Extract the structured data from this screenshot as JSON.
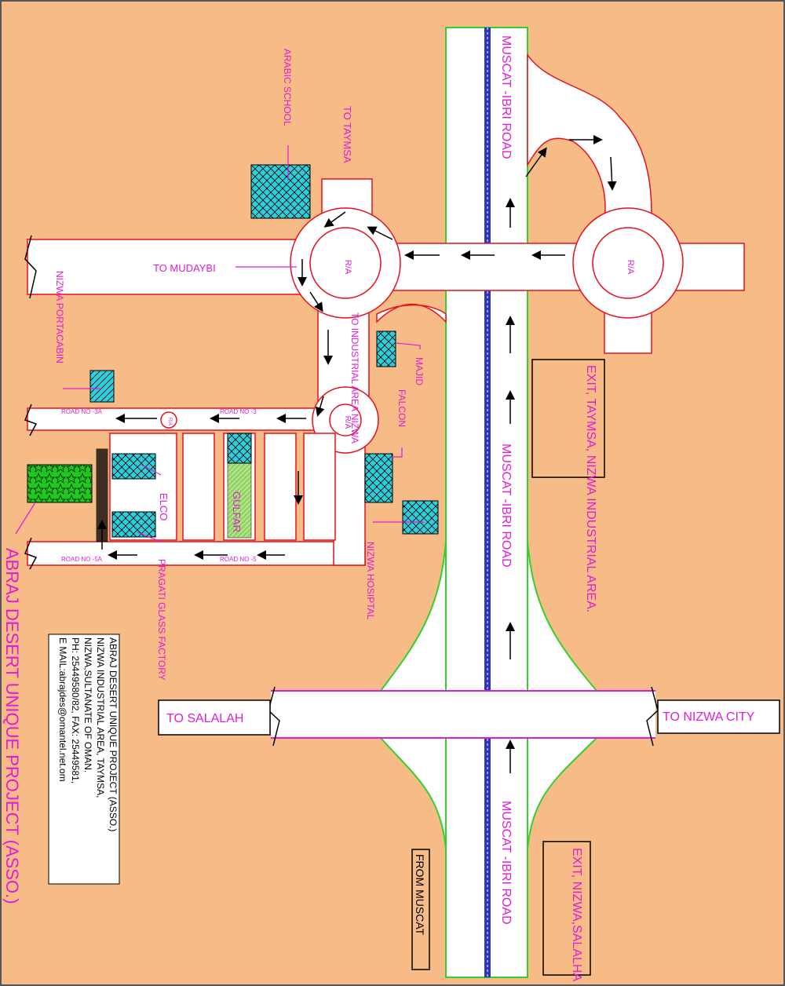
{
  "colors": {
    "background": "#f6bb86",
    "road": "#ffffff",
    "road_edge": "#e8101c",
    "highway_edge": "#34d12a",
    "median": "#2c34c0",
    "label": "#e21bd6",
    "building_fill": "#2ccfdc",
    "factory_fill": "#1ec91e",
    "boxed_text": "#000000"
  },
  "highway": {
    "label_top": "MUSCAT -IBRI ROAD",
    "label_middle": "MUSCAT -IBRI ROAD",
    "label_bottom": "MUSCAT -IBRI ROAD",
    "from": "FROM MUSCAT"
  },
  "exits": {
    "north": "EXIT, TAYMSA, NIZWA INDUSTRIAL AREA.",
    "south": "EXIT, NIZWA,SALALHA"
  },
  "roundabouts": {
    "east": "R/A",
    "main": "R/A",
    "small": "R/A",
    "mini": "R/A"
  },
  "destinations": {
    "taymsa": "TO TAYMSA",
    "mudaybi": "TO  MUDAYBI",
    "industrial": "TO INDUSTRIAL AREA NIZWA",
    "salalah": "TO SALALAH",
    "nizwa_city": "TO NIZWA CITY"
  },
  "roads": {
    "road_3": "ROAD NO -3",
    "road_3a": "ROAD NO -3A",
    "road_5": "ROAD NO -5",
    "road_5a": "ROAD NO -5A"
  },
  "landmarks": {
    "arabic_school": "ARABIC SCHOOL",
    "portacabin": "NIZWA PORTACABIN",
    "majid": "MAJID",
    "falcon": "FALCON",
    "hospital": "NIZWA HOSIPTAL",
    "elco": "ELCO",
    "gulfar": "GULFAR",
    "pragati": "PRAGATI GLASS FACTORY"
  },
  "company": {
    "name": "ABRAJ DESERT UNIQUE PROJECT (ASSO.)",
    "address": [
      "ABRAJ DESERT UNIQUE PROJECT (ASSO.)",
      "NIZWA INDUSTRIAL AREA, TAYMSA,",
      "NIZWA,SULTANATE OF OMAN.",
      "PH: 25449580/82, FAX: 25449581,",
      "E MAIL:abrajdes@omantel.net.om"
    ]
  }
}
